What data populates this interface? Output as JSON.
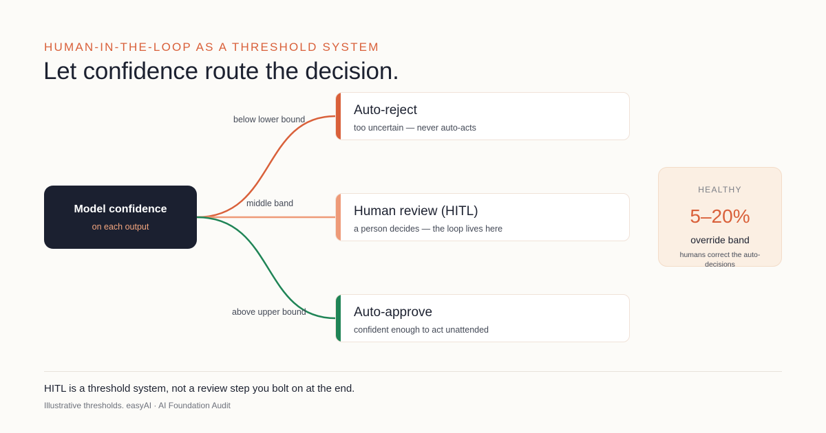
{
  "eyebrow": "HUMAN-IN-THE-LOOP AS A THRESHOLD SYSTEM",
  "headline": "Let confidence route the decision.",
  "source": {
    "title": "Model confidence",
    "subtitle": "on each output"
  },
  "edges": [
    {
      "label": "below lower bound",
      "color": "#d9603a"
    },
    {
      "label": "middle band",
      "color": "#ee9a78"
    },
    {
      "label": "above upper bound",
      "color": "#1f8456"
    }
  ],
  "nodes": [
    {
      "title": "Auto-reject",
      "subtitle": "too uncertain — never auto-acts",
      "color": "#d9603a"
    },
    {
      "title": "Human review (HITL)",
      "subtitle": "a person decides — the loop lives here",
      "color": "#ee9a78"
    },
    {
      "title": "Auto-approve",
      "subtitle": "confident enough to act unattended",
      "color": "#1f8456"
    }
  ],
  "stat": {
    "label": "HEALTHY",
    "value": "5–20%",
    "name": "override band",
    "description": "humans correct the auto-decisions"
  },
  "takeaway": "HITL is a threshold system, not a review step you bolt on at the end.",
  "footnote": "Illustrative thresholds. easyAI · AI Foundation Audit"
}
